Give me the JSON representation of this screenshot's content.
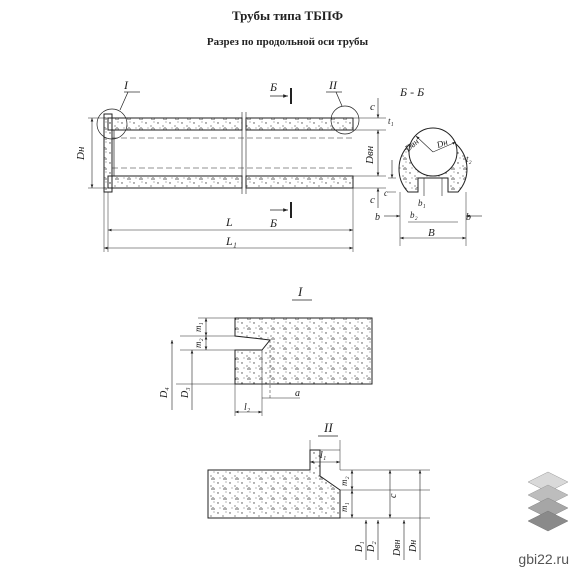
{
  "title": "Трубы типа ТБПФ",
  "subtitle": "Разрез по продольной оси трубы",
  "section_mark": "Б",
  "section_title": "Б - Б",
  "detail_marks": [
    "I",
    "II"
  ],
  "main_dims": {
    "Dn": "Dн",
    "Dvn": "Dвн",
    "c": "c",
    "L": "L",
    "L1": "L₁"
  },
  "section_dims": {
    "Dvn": "Dвн",
    "Dn": "Dн",
    "t1": "t₁",
    "t2": "t₂",
    "c": "c",
    "b": "b",
    "b1": "b₁",
    "b2": "b₂",
    "B": "B"
  },
  "detail1_dims": {
    "m1": "m₁",
    "m2": "m₂",
    "D4": "D₄",
    "D3": "D₃",
    "l2": "l₂",
    "a": "a"
  },
  "detail2_dims": {
    "l1": "l₁",
    "m2": "m₂",
    "m1": "m₁",
    "c": "c",
    "D1": "D₁",
    "D2": "D₂",
    "Dvn": "Dвн",
    "Dn": "Dн"
  },
  "watermark": "gbi22.ru",
  "colors": {
    "ink": "#222222",
    "logo_light": "#d9d9d9",
    "logo_dark": "#8a8a8a"
  }
}
